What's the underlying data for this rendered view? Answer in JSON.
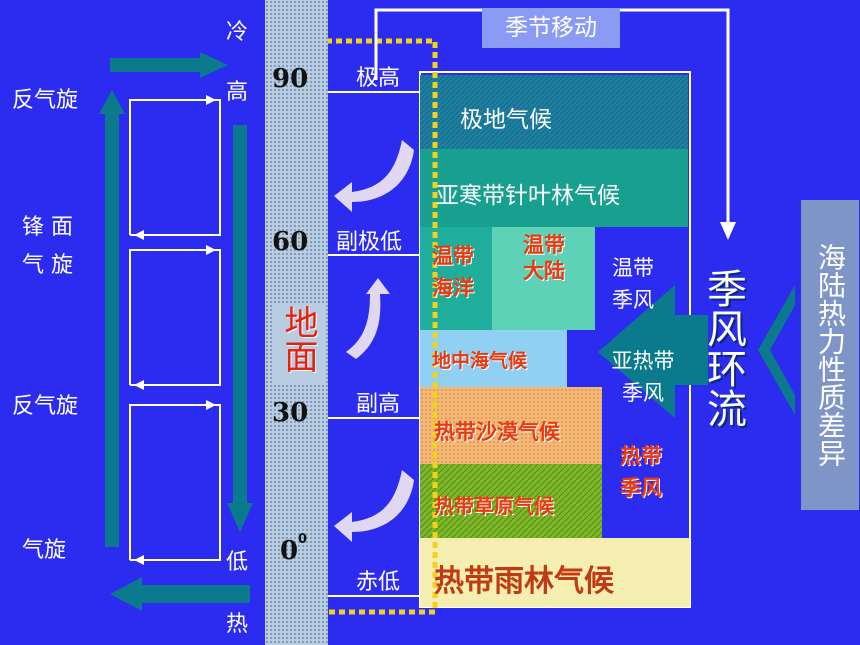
{
  "left": {
    "cells": [
      "反气旋",
      "锋 面",
      "气 旋",
      "反气旋",
      "气旋"
    ],
    "cold": "冷",
    "high": "高",
    "low": "低",
    "hot": "热"
  },
  "earth": {
    "label": "地面",
    "latitudes": [
      "90",
      "60",
      "30",
      "0"
    ],
    "degree": "0"
  },
  "pressure": [
    "极高",
    "副极低",
    "副高",
    "赤低"
  ],
  "climate": {
    "polar": "极地气候",
    "subarctic": "亚寒带针叶林气候",
    "temperate_marine": "温带海洋",
    "temperate_continental": "温带大陆",
    "temperate_monsoon": "温带季风",
    "mediterranean": "地中海气候",
    "subtropical_monsoon": "亚热带季风",
    "tropical_desert": "热带沙漠气候",
    "tropical_monsoon": "热带季风",
    "tropical_savanna": "热带草原气候",
    "tropical_rainforest": "热带雨林气候"
  },
  "seasonal_shift": "季节移动",
  "monsoon_circulation": "季风环流",
  "land_sea_difference": "海陆热力性质差异",
  "colors": {
    "background": "#2c2cf0",
    "polar": "#1a7f9c",
    "subarctic": "#17a090",
    "temperate_marine": "#24b5a0",
    "temperate_continental": "#5ed2b6",
    "mediterranean": "#8fd0f3",
    "desert": "#f4b774",
    "savanna": "#86b82e",
    "rainforest": "#f4eeb0",
    "arrow": "#0a7a8c"
  }
}
